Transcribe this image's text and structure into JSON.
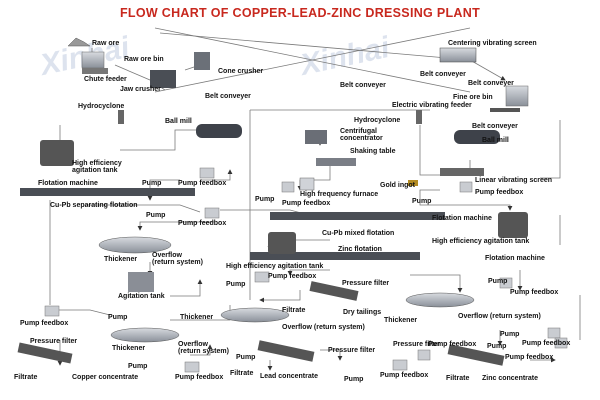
{
  "title": "FLOW CHART OF COPPER-LEAD-ZINC DRESSING PLANT",
  "watermark": "Xinhai",
  "labels": {
    "raw_ore": "Raw ore",
    "raw_ore_bin": "Raw ore bin",
    "chute_feeder": "Chute feeder",
    "cone_crusher": "Cone crusher",
    "jaw_crusher": "Jaw crusher",
    "belt_conveyer_1": "Belt conveyer",
    "belt_conveyer_2": "Belt conveyer",
    "centering_vibrating_screen": "Centering vibrating screen",
    "belt_conveyer_3": "Belt conveyer",
    "belt_conveyer_4": "Belt conveyer",
    "fine_ore_bin": "Fine ore bin",
    "electric_vibrating_feeder": "Electric vibrating feeder",
    "belt_conveyer_5": "Belt conveyer",
    "hydrocyclone_1": "Hydrocyclone",
    "ball_mill_1": "Ball mill",
    "hydrocyclone_2": "Hydrocyclone",
    "ball_mill_2": "Ball mill",
    "centrifugal_concentrator": "Centrifugal\nconcentrator",
    "shaking_table": "Shaking table",
    "high_efficiency_agitation_tank_1": "High efficiency\nagitation tank",
    "pump_1": "Pump",
    "pump_feedbox_1": "Pump feedbox",
    "high_frequency_furnace": "High frequency furnace",
    "gold_ingot": "Gold ingot",
    "pump_2": "Pump",
    "pump_feedbox_2": "Pump feedbox",
    "pump_3": "Pump",
    "linear_vibrating_screen": "Linear vibrating screen",
    "pump_feedbox_3": "Pump feedbox",
    "flotation_machine_1": "Flotation machine",
    "cu_pb_separating_flotation": "Cu-Pb separating flotation",
    "pump_4": "Pump",
    "pump_feedbox_4": "Pump feedbox",
    "flotation_machine_2": "Flotation machine",
    "cu_pb_mixed_flotation": "Cu-Pb mixed flotation",
    "high_efficiency_agitation_tank_2": "High efficiency agitation tank",
    "zinc_flotation": "Zinc flotation",
    "thickener_1": "Thickener",
    "overflow_1": "Overflow\n(return system)",
    "agitation_tank": "Agitation tank",
    "high_efficiency_agitation_tank_3": "High efficiency agitation tank",
    "flotation_machine_3": "Flotation machine",
    "pump_feedbox_5": "Pump feedbox",
    "pump_5": "Pump",
    "pressure_filter_1": "Pressure filter",
    "filtrate_1": "Filtrate",
    "dry_tailings": "Dry tailings",
    "pump_6": "Pump",
    "pump_feedbox_6": "Pump feedbox",
    "pump_feedbox_7": "Pump feedbox",
    "pump_7": "Pump",
    "thickener_2": "Thickener",
    "overflow_2": "Overflow (return system)",
    "thickener_3": "Thickener",
    "overflow_3": "Overflow (return system)",
    "pump_8": "Pump",
    "pump_feedbox_8": "Pump feedbox",
    "pressure_filter_2": "Pressure filter",
    "thickener_4": "Thickener",
    "overflow_4": "Overflow\n(return system)",
    "pressure_filter_3": "Pressure filter",
    "pressure_filter_4": "Pressure filter",
    "pump_feedbox_9": "Pump feedbox",
    "pump_9": "Pump",
    "pump_feedbox_10": "Pump feedbox",
    "pump_10": "Pump",
    "filtrate_2": "Filtrate",
    "copper_concentrate": "Copper concentrate",
    "pump_11": "Pump",
    "pump_feedbox_11": "Pump feedbox",
    "filtrate_3": "Filtrate",
    "lead_concentrate": "Lead concentrate",
    "pump_12": "Pump",
    "pump_feedbox_12": "Pump feedbox",
    "filtrate_4": "Filtrate",
    "zinc_concentrate": "Zinc concentrate"
  }
}
